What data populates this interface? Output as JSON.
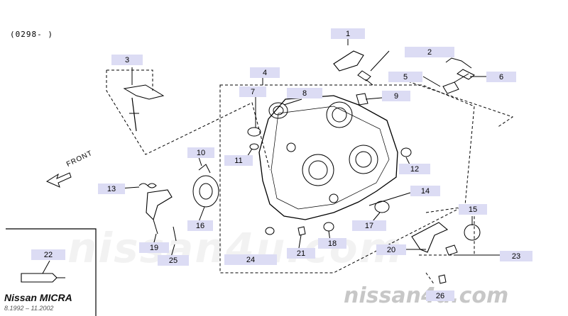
{
  "catalog_period": "(0298-      )",
  "model_name": "Nissan MICRA",
  "model_dates": "8.1992 – 11.2002",
  "front_label": "FRONT",
  "watermark": "nissan4u.com",
  "callouts": [
    "1",
    "2",
    "3",
    "4",
    "5",
    "6",
    "7",
    "8",
    "9",
    "10",
    "11",
    "12",
    "13",
    "14",
    "15",
    "16",
    "17",
    "18",
    "19",
    "20",
    "21",
    "22",
    "23",
    "24",
    "25",
    "26"
  ],
  "palette": {
    "callout_bg": "#dcdcf4",
    "line": "#000000"
  }
}
